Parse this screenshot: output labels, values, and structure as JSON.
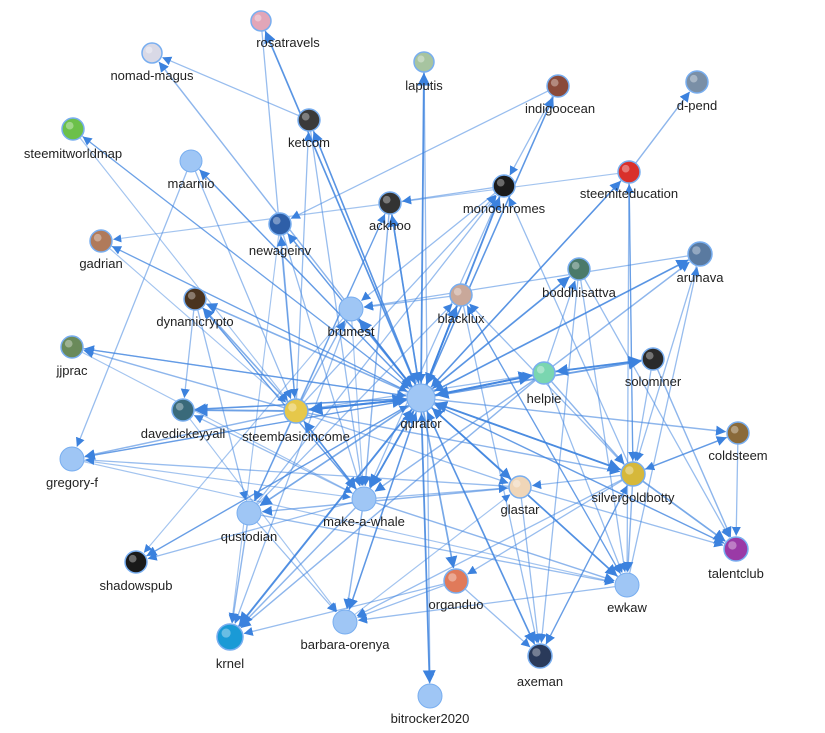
{
  "graph": {
    "colors": {
      "edge": "#3c82de",
      "node_fill": "#9fc6f5",
      "node_stroke": "#78aef0",
      "label": "#222222",
      "background": "#ffffff"
    },
    "nodes": [
      {
        "id": "rosatravels",
        "label": "rosatravels",
        "icon": "avatar-icon",
        "avatar_color": "#e2a6b8",
        "style": "avatar"
      },
      {
        "id": "nomad-magus",
        "label": "nomad-magus",
        "icon": "avatar-icon",
        "avatar_color": "#d9d9e6",
        "style": "avatar"
      },
      {
        "id": "laputis",
        "label": "laputis",
        "icon": "avatar-icon",
        "avatar_color": "#a7c4a0",
        "style": "avatar"
      },
      {
        "id": "indigoocean",
        "label": "indigoocean",
        "icon": "avatar-icon",
        "avatar_color": "#8a4a3a",
        "style": "avatar"
      },
      {
        "id": "d-pend",
        "label": "d-pend",
        "icon": "avatar-icon",
        "avatar_color": "#7a8fa6",
        "style": "avatar"
      },
      {
        "id": "steemitworldmap",
        "label": "steemitworldmap",
        "icon": "avatar-icon",
        "avatar_color": "#6cc04a",
        "style": "avatar"
      },
      {
        "id": "ketcom",
        "label": "ketcom",
        "icon": "avatar-icon",
        "avatar_color": "#3a3a3a",
        "style": "avatar"
      },
      {
        "id": "maarnio",
        "label": "maarnio",
        "icon": "",
        "avatar_color": "",
        "style": "plain"
      },
      {
        "id": "monochromes",
        "label": "monochromes",
        "icon": "avatar-icon",
        "avatar_color": "#1b1b1b",
        "style": "avatar"
      },
      {
        "id": "steemiteducation",
        "label": "steemiteducation",
        "icon": "apple-icon",
        "avatar_color": "#d9302b",
        "style": "avatar"
      },
      {
        "id": "ackhoo",
        "label": "ackhoo",
        "icon": "avatar-icon",
        "avatar_color": "#333333",
        "style": "avatar"
      },
      {
        "id": "newageinv",
        "label": "newageinv",
        "icon": "avatar-icon",
        "avatar_color": "#2e5fa8",
        "style": "avatar"
      },
      {
        "id": "gadrian",
        "label": "gadrian",
        "icon": "avatar-icon",
        "avatar_color": "#b07a5a",
        "style": "avatar"
      },
      {
        "id": "boddhisattva",
        "label": "boddhisattva",
        "icon": "avatar-icon",
        "avatar_color": "#4a7a6a",
        "style": "avatar"
      },
      {
        "id": "arunava",
        "label": "arunava",
        "icon": "avatar-icon",
        "avatar_color": "#5a7aa0",
        "style": "avatar"
      },
      {
        "id": "dynamicrypto",
        "label": "dynamicrypto",
        "icon": "avatar-icon",
        "avatar_color": "#4a3420",
        "style": "avatar"
      },
      {
        "id": "brumest",
        "label": "brumest",
        "icon": "",
        "avatar_color": "",
        "style": "plain"
      },
      {
        "id": "blacklux",
        "label": "blacklux",
        "icon": "avatar-icon",
        "avatar_color": "#c9a89a",
        "style": "avatar"
      },
      {
        "id": "jjprac",
        "label": "jjprac",
        "icon": "avatar-icon",
        "avatar_color": "#6a8a5a",
        "style": "avatar"
      },
      {
        "id": "solominer",
        "label": "solominer",
        "icon": "avatar-icon",
        "avatar_color": "#2a2a2a",
        "style": "avatar"
      },
      {
        "id": "helpie",
        "label": "helpie",
        "icon": "avatar-icon",
        "avatar_color": "#7ad6b0",
        "style": "avatar"
      },
      {
        "id": "davedickeyyall",
        "label": "davedickeyyall",
        "icon": "avatar-icon",
        "avatar_color": "#3a6a7a",
        "style": "avatar"
      },
      {
        "id": "steembasicincome",
        "label": "steembasicincome",
        "icon": "avatar-icon",
        "avatar_color": "#e6c84a",
        "style": "avatar"
      },
      {
        "id": "qurator",
        "label": "qurator",
        "icon": "",
        "avatar_color": "",
        "style": "plain"
      },
      {
        "id": "coldsteem",
        "label": "coldsteem",
        "icon": "avatar-icon",
        "avatar_color": "#8a6a3a",
        "style": "avatar"
      },
      {
        "id": "gregory-f",
        "label": "gregory-f",
        "icon": "",
        "avatar_color": "",
        "style": "plain"
      },
      {
        "id": "glastar",
        "label": "glastar",
        "icon": "avatar-icon",
        "avatar_color": "#f0d6b8",
        "style": "avatar"
      },
      {
        "id": "silvergoldbotty",
        "label": "silvergoldbotty",
        "icon": "avatar-icon",
        "avatar_color": "#d6b83a",
        "style": "avatar"
      },
      {
        "id": "make-a-whale",
        "label": "make-a-whale",
        "icon": "",
        "avatar_color": "",
        "style": "plain"
      },
      {
        "id": "qustodian",
        "label": "qustodian",
        "icon": "",
        "avatar_color": "",
        "style": "plain"
      },
      {
        "id": "talentclub",
        "label": "talentclub",
        "icon": "avatar-icon",
        "avatar_color": "#9a3aa6",
        "style": "avatar"
      },
      {
        "id": "shadowspub",
        "label": "shadowspub",
        "icon": "avatar-icon",
        "avatar_color": "#1a1a1a",
        "style": "avatar"
      },
      {
        "id": "organduo",
        "label": "organduo",
        "icon": "avatar-icon",
        "avatar_color": "#e07a5a",
        "style": "avatar"
      },
      {
        "id": "ewkaw",
        "label": "ewkaw",
        "icon": "",
        "avatar_color": "",
        "style": "plain"
      },
      {
        "id": "krnel",
        "label": "krnel",
        "icon": "avatar-icon",
        "avatar_color": "#1a9ad6",
        "style": "avatar"
      },
      {
        "id": "barbara-orenya",
        "label": "barbara-orenya",
        "icon": "",
        "avatar_color": "",
        "style": "plain"
      },
      {
        "id": "axeman",
        "label": "axeman",
        "icon": "avatar-icon",
        "avatar_color": "#2a3a5a",
        "style": "avatar"
      },
      {
        "id": "bitrocker2020",
        "label": "bitrocker2020",
        "icon": "",
        "avatar_color": "",
        "style": "plain"
      }
    ],
    "edges": [
      [
        "qurator",
        "rosatravels",
        0.8
      ],
      [
        "qurator",
        "nomad-magus",
        0.6
      ],
      [
        "qurator",
        "laputis",
        0.9
      ],
      [
        "qurator",
        "indigoocean",
        0.7
      ],
      [
        "qurator",
        "ketcom",
        0.7
      ],
      [
        "qurator",
        "maarnio",
        0.6
      ],
      [
        "qurator",
        "monochromes",
        0.9
      ],
      [
        "qurator",
        "steemiteducation",
        0.7
      ],
      [
        "qurator",
        "ackhoo",
        0.8
      ],
      [
        "qurator",
        "newageinv",
        0.6
      ],
      [
        "qurator",
        "boddhisattva",
        0.8
      ],
      [
        "qurator",
        "arunava",
        0.8
      ],
      [
        "qurator",
        "dynamicrypto",
        0.7
      ],
      [
        "qurator",
        "brumest",
        0.9
      ],
      [
        "qurator",
        "blacklux",
        0.8
      ],
      [
        "qurator",
        "jjprac",
        0.6
      ],
      [
        "qurator",
        "solominer",
        0.9
      ],
      [
        "qurator",
        "helpie",
        1.0
      ],
      [
        "qurator",
        "davedickeyyall",
        0.7
      ],
      [
        "qurator",
        "steembasicincome",
        1.0
      ],
      [
        "qurator",
        "coldsteem",
        0.6
      ],
      [
        "qurator",
        "gregory-f",
        0.6
      ],
      [
        "qurator",
        "glastar",
        0.7
      ],
      [
        "qurator",
        "silvergoldbotty",
        0.9
      ],
      [
        "qurator",
        "make-a-whale",
        0.9
      ],
      [
        "qurator",
        "qustodian",
        0.8
      ],
      [
        "qurator",
        "talentclub",
        0.6
      ],
      [
        "qurator",
        "shadowspub",
        0.6
      ],
      [
        "qurator",
        "organduo",
        0.8
      ],
      [
        "qurator",
        "ewkaw",
        0.8
      ],
      [
        "qurator",
        "krnel",
        1.0
      ],
      [
        "qurator",
        "barbara-orenya",
        0.7
      ],
      [
        "qurator",
        "axeman",
        0.8
      ],
      [
        "qurator",
        "bitrocker2020",
        0.9
      ],
      [
        "qurator",
        "steemitworldmap",
        0.5
      ],
      [
        "qurator",
        "gadrian",
        0.5
      ],
      [
        "steembasicincome",
        "qurator",
        1.0
      ],
      [
        "steembasicincome",
        "davedickeyyall",
        0.9
      ],
      [
        "steembasicincome",
        "jjprac",
        0.6
      ],
      [
        "steembasicincome",
        "dynamicrypto",
        0.7
      ],
      [
        "steembasicincome",
        "newageinv",
        0.6
      ],
      [
        "steembasicincome",
        "brumest",
        0.6
      ],
      [
        "steembasicincome",
        "make-a-whale",
        0.7
      ],
      [
        "steembasicincome",
        "qustodian",
        0.6
      ],
      [
        "steembasicincome",
        "gregory-f",
        0.6
      ],
      [
        "steembasicincome",
        "silvergoldbotty",
        0.6
      ],
      [
        "steembasicincome",
        "helpie",
        0.5
      ],
      [
        "steembasicincome",
        "monochromes",
        0.5
      ],
      [
        "steembasicincome",
        "ackhoo",
        0.5
      ],
      [
        "steembasicincome",
        "ketcom",
        0.5
      ],
      [
        "steembasicincome",
        "glastar",
        0.5
      ],
      [
        "helpie",
        "solominer",
        0.9
      ],
      [
        "helpie",
        "qurator",
        0.9
      ],
      [
        "helpie",
        "arunava",
        0.6
      ],
      [
        "helpie",
        "boddhisattva",
        0.5
      ],
      [
        "helpie",
        "silvergoldbotty",
        0.6
      ],
      [
        "helpie",
        "make-a-whale",
        0.6
      ],
      [
        "helpie",
        "krnel",
        0.6
      ],
      [
        "helpie",
        "ewkaw",
        0.5
      ],
      [
        "solominer",
        "helpie",
        0.8
      ],
      [
        "solominer",
        "talentclub",
        0.6
      ],
      [
        "solominer",
        "silvergoldbotty",
        0.5
      ],
      [
        "silvergoldbotty",
        "talentclub",
        0.8
      ],
      [
        "silvergoldbotty",
        "coldsteem",
        0.6
      ],
      [
        "silvergoldbotty",
        "qurator",
        0.8
      ],
      [
        "silvergoldbotty",
        "ewkaw",
        0.6
      ],
      [
        "silvergoldbotty",
        "axeman",
        0.6
      ],
      [
        "silvergoldbotty",
        "glastar",
        0.5
      ],
      [
        "silvergoldbotty",
        "barbara-orenya",
        0.5
      ],
      [
        "silvergoldbotty",
        "organduo",
        0.5
      ],
      [
        "silvergoldbotty",
        "monochromes",
        0.5
      ],
      [
        "silvergoldbotty",
        "steemiteducation",
        0.5
      ],
      [
        "silvergoldbotty",
        "blacklux",
        0.5
      ],
      [
        "make-a-whale",
        "qurator",
        0.8
      ],
      [
        "make-a-whale",
        "steembasicincome",
        0.7
      ],
      [
        "make-a-whale",
        "krnel",
        0.6
      ],
      [
        "make-a-whale",
        "ewkaw",
        0.6
      ],
      [
        "make-a-whale",
        "shadowspub",
        0.5
      ],
      [
        "make-a-whale",
        "barbara-orenya",
        0.6
      ],
      [
        "make-a-whale",
        "davedickeyyall",
        0.5
      ],
      [
        "make-a-whale",
        "glastar",
        0.5
      ],
      [
        "make-a-whale",
        "dynamicrypto",
        0.5
      ],
      [
        "qustodian",
        "krnel",
        0.6
      ],
      [
        "qustodian",
        "barbara-orenya",
        0.5
      ],
      [
        "qustodian",
        "monochromes",
        0.5
      ],
      [
        "qustodian",
        "blacklux",
        0.5
      ],
      [
        "qustodian",
        "ewkaw",
        0.5
      ],
      [
        "glastar",
        "qustodian",
        0.6
      ],
      [
        "glastar",
        "gregory-f",
        0.5
      ],
      [
        "glastar",
        "axeman",
        0.5
      ],
      [
        "glastar",
        "talentclub",
        0.5
      ],
      [
        "ewkaw",
        "qurator",
        0.7
      ],
      [
        "ewkaw",
        "arunava",
        0.5
      ],
      [
        "ewkaw",
        "barbara-orenya",
        0.5
      ],
      [
        "ewkaw",
        "blacklux",
        0.5
      ],
      [
        "organduo",
        "krnel",
        0.5
      ],
      [
        "organduo",
        "barbara-orenya",
        0.5
      ],
      [
        "organduo",
        "axeman",
        0.5
      ],
      [
        "blacklux",
        "qurator",
        0.7
      ],
      [
        "blacklux",
        "ewkaw",
        0.5
      ],
      [
        "blacklux",
        "axeman",
        0.5
      ],
      [
        "blacklux",
        "brumest",
        0.5
      ],
      [
        "monochromes",
        "qurator",
        0.6
      ],
      [
        "monochromes",
        "ackhoo",
        0.5
      ],
      [
        "monochromes",
        "brumest",
        0.5
      ],
      [
        "monochromes",
        "make-a-whale",
        0.5
      ],
      [
        "ackhoo",
        "qurator",
        0.7
      ],
      [
        "ackhoo",
        "make-a-whale",
        0.6
      ],
      [
        "ackhoo",
        "qustodian",
        0.5
      ],
      [
        "ketcom",
        "qurator",
        0.6
      ],
      [
        "ketcom",
        "nomad-magus",
        0.5
      ],
      [
        "ketcom",
        "make-a-whale",
        0.5
      ],
      [
        "rosatravels",
        "qurator",
        0.5
      ],
      [
        "rosatravels",
        "steembasicincome",
        0.5
      ],
      [
        "laputis",
        "qurator",
        0.5
      ],
      [
        "laputis",
        "bitrocker2020",
        0.5
      ],
      [
        "indigoocean",
        "newageinv",
        0.5
      ],
      [
        "indigoocean",
        "qurator",
        0.5
      ],
      [
        "indigoocean",
        "monochromes",
        0.5
      ],
      [
        "steemiteducation",
        "d-pend",
        0.6
      ],
      [
        "steemiteducation",
        "qurator",
        0.6
      ],
      [
        "steemiteducation",
        "ewkaw",
        0.5
      ],
      [
        "steemiteducation",
        "silvergoldbotty",
        0.5
      ],
      [
        "steemiteducation",
        "gadrian",
        0.4
      ],
      [
        "arunava",
        "qurator",
        0.5
      ],
      [
        "arunava",
        "silvergoldbotty",
        0.5
      ],
      [
        "arunava",
        "brumest",
        0.5
      ],
      [
        "boddhisattva",
        "qurator",
        0.5
      ],
      [
        "boddhisattva",
        "ewkaw",
        0.5
      ],
      [
        "boddhisattva",
        "talentclub",
        0.5
      ],
      [
        "boddhisattva",
        "axeman",
        0.5
      ],
      [
        "dynamicrypto",
        "make-a-whale",
        0.5
      ],
      [
        "dynamicrypto",
        "qustodian",
        0.5
      ],
      [
        "dynamicrypto",
        "davedickeyyall",
        0.5
      ],
      [
        "maarnio",
        "gregory-f",
        0.5
      ],
      [
        "maarnio",
        "steembasicincome",
        0.5
      ],
      [
        "maarnio",
        "qurator",
        0.5
      ],
      [
        "steemitworldmap",
        "qurator",
        0.4
      ],
      [
        "steemitworldmap",
        "steembasicincome",
        0.4
      ],
      [
        "newageinv",
        "qurator",
        0.5
      ],
      [
        "newageinv",
        "make-a-whale",
        0.5
      ],
      [
        "newageinv",
        "krnel",
        0.4
      ],
      [
        "brumest",
        "qurator",
        0.6
      ],
      [
        "brumest",
        "krnel",
        0.5
      ],
      [
        "brumest",
        "shadowspub",
        0.4
      ],
      [
        "brumest",
        "make-a-whale",
        0.4
      ],
      [
        "gadrian",
        "qurator",
        0.4
      ],
      [
        "gadrian",
        "steembasicincome",
        0.4
      ],
      [
        "jjprac",
        "qurator",
        0.5
      ],
      [
        "jjprac",
        "make-a-whale",
        0.4
      ],
      [
        "davedickeyyall",
        "qurator",
        0.5
      ],
      [
        "davedickeyyall",
        "barbara-orenya",
        0.4
      ],
      [
        "coldsteem",
        "talentclub",
        0.5
      ],
      [
        "coldsteem",
        "silvergoldbotty",
        0.5
      ],
      [
        "gregory-f",
        "qurator",
        0.4
      ],
      [
        "gregory-f",
        "make-a-whale",
        0.4
      ],
      [
        "gregory-f",
        "ewkaw",
        0.4
      ],
      [
        "shadowspub",
        "qurator",
        0.4
      ],
      [
        "krnel",
        "qurator",
        0.5
      ],
      [
        "barbara-orenya",
        "qurator",
        0.5
      ],
      [
        "barbara-orenya",
        "glastar",
        0.4
      ],
      [
        "axeman",
        "qurator",
        0.5
      ],
      [
        "axeman",
        "silvergoldbotty",
        0.4
      ],
      [
        "talentclub",
        "qurator",
        0.4
      ],
      [
        "bitrocker2020",
        "qurator",
        0.4
      ]
    ]
  }
}
